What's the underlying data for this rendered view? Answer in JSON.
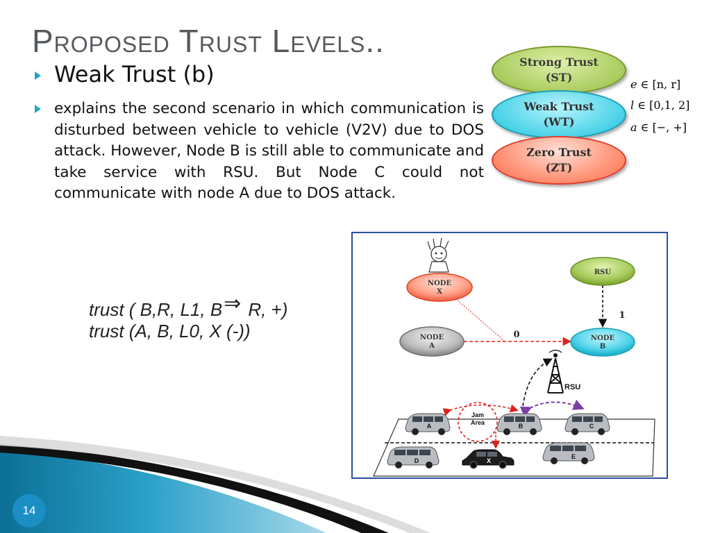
{
  "slide": {
    "title": "Proposed Trust Levels..",
    "heading": "Weak Trust (b)",
    "paragraph": "explains the second scenario in which communication is disturbed between vehicle to vehicle (V2V) due to DOS attack. However, Node B is still able to communicate and take service with RSU. But Node C could not communicate with node A due to DOS attack.",
    "page_number": "14"
  },
  "formulas": {
    "line1_prefix": "trust ( B,R, L1, B",
    "line1_arrow": "⇒",
    "line1_suffix": "R, +)",
    "line2": "trust (A, B, L0, X (-))"
  },
  "trust_levels": [
    {
      "name": "Strong Trust",
      "abbr": "(ST)"
    },
    {
      "name": "Weak Trust",
      "abbr": "(WT)"
    },
    {
      "name": "Zero Trust",
      "abbr": "(ZT)"
    }
  ],
  "sets": [
    {
      "var": "e",
      "set": "[n, r]"
    },
    {
      "var": "l",
      "set": "[0,1, 2]"
    },
    {
      "var": "a",
      "set": "[−, +]"
    }
  ],
  "diagram": {
    "node_x": [
      "NODE",
      "X"
    ],
    "node_a": [
      "NODE",
      "A"
    ],
    "node_b": [
      "NODE",
      "B"
    ],
    "rsu_top": "RSU",
    "rsu_tower": "RSU",
    "link_0": "0",
    "link_1": "1",
    "jam_area": [
      "Jam",
      "Area"
    ],
    "cars": [
      "A",
      "B",
      "C",
      "D",
      "X",
      "E"
    ]
  },
  "colors": {
    "title": "#555a5e",
    "bullet": "#22a6c4",
    "diagram_border": "#27509a",
    "footer_blue": "#1b8ec4"
  }
}
